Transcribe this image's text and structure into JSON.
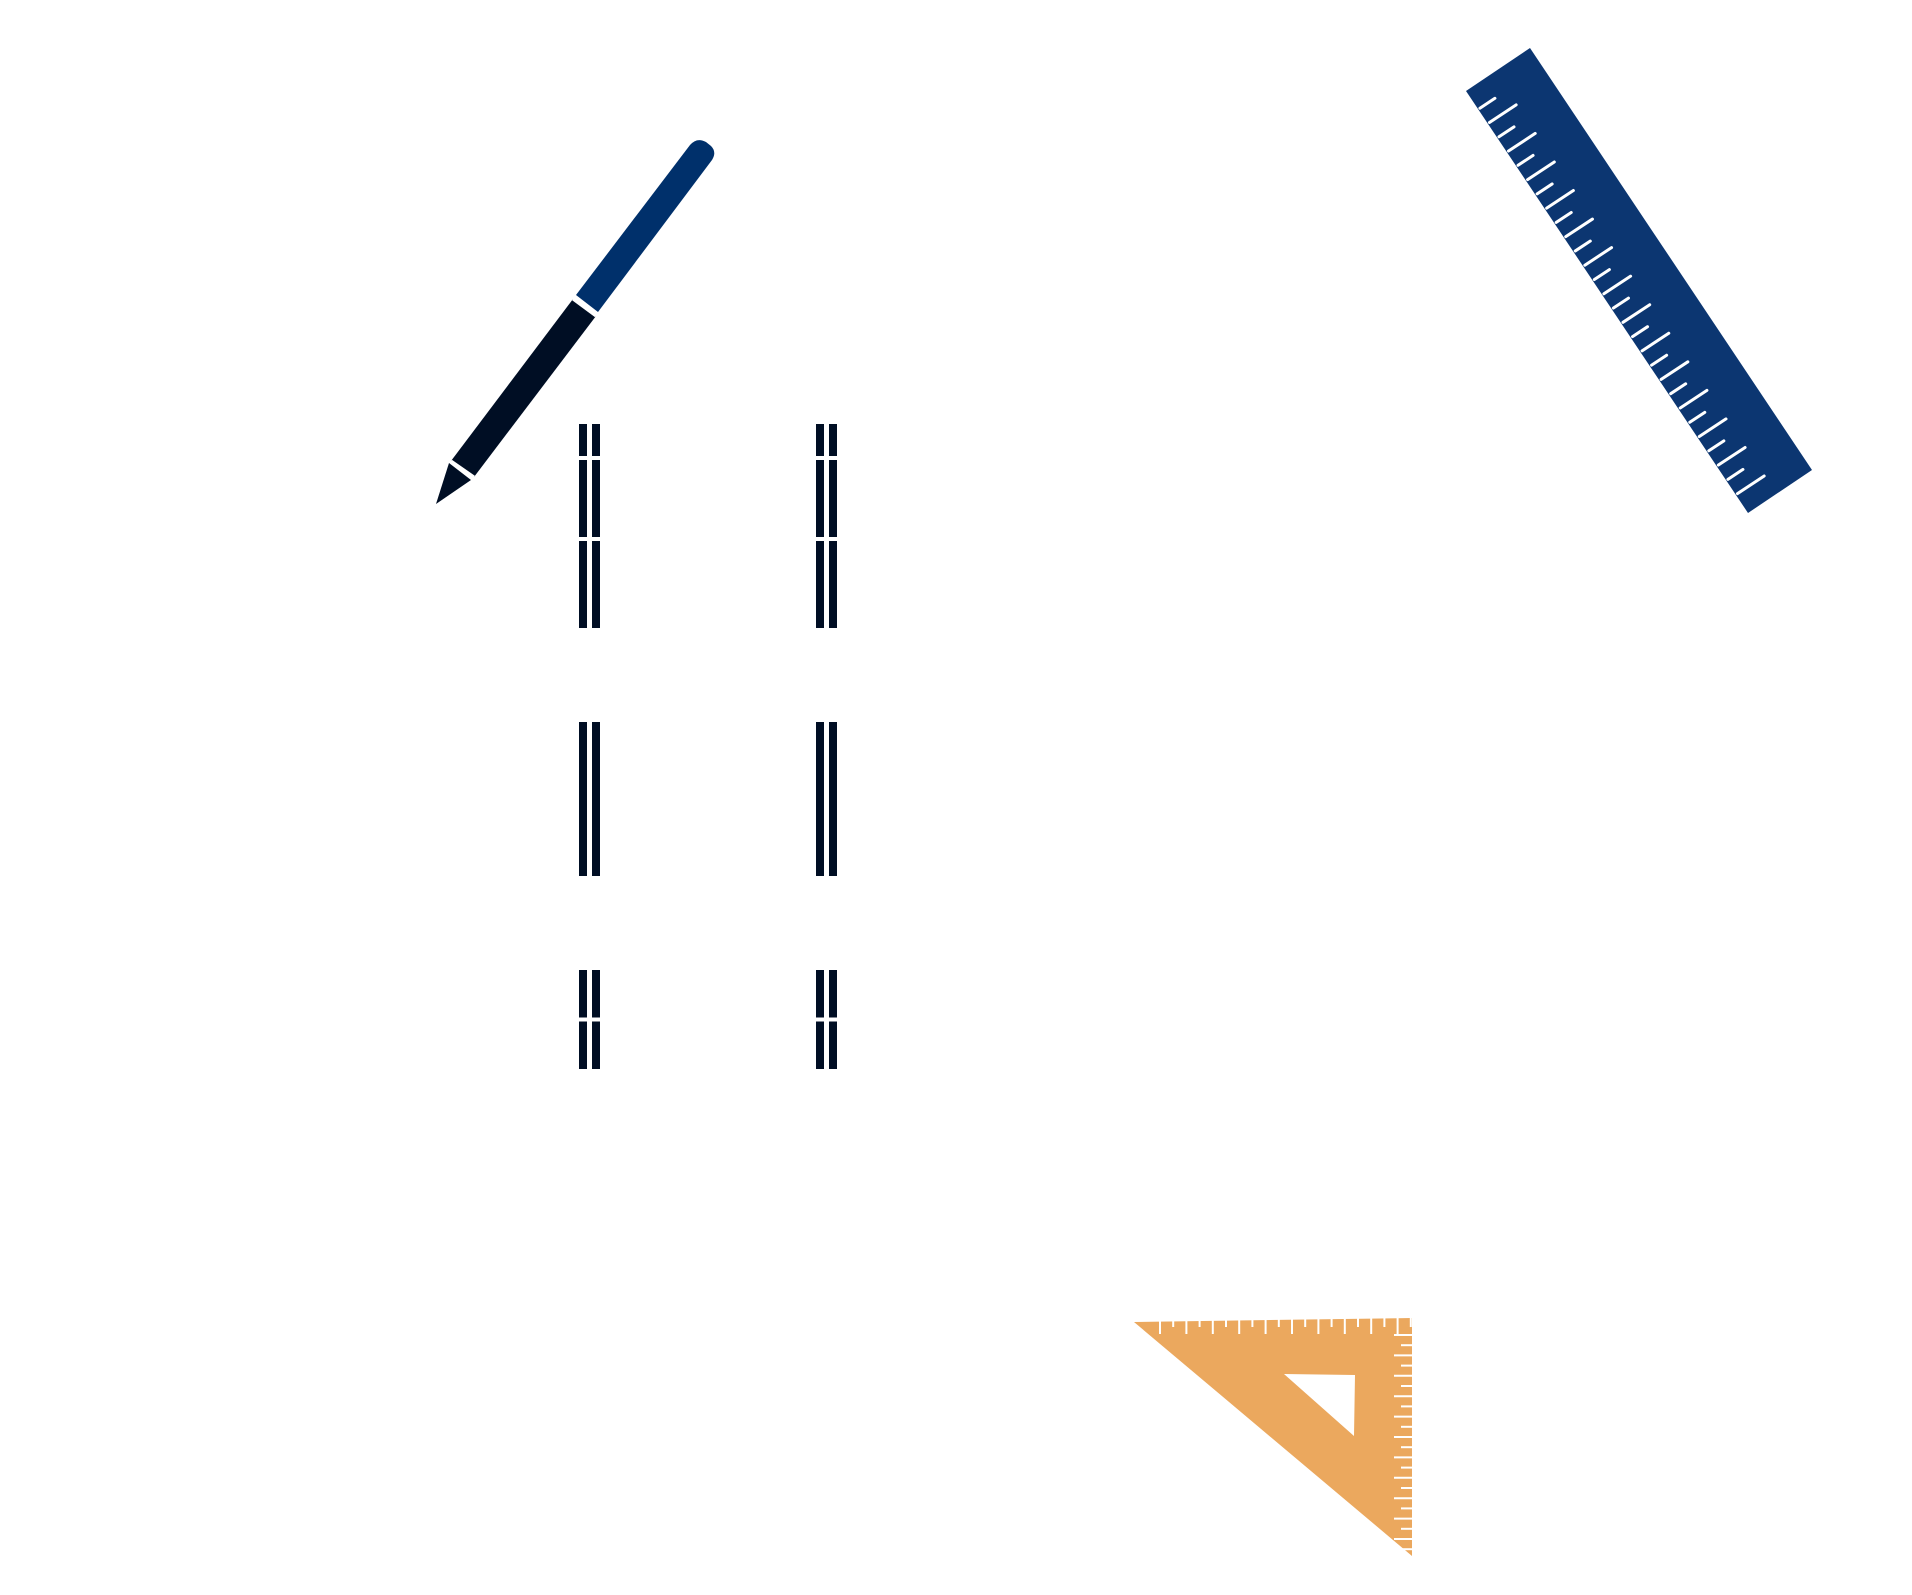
{
  "canvas": {
    "background": "#ffffff"
  },
  "colors": {
    "pencil_tip": "#000e24",
    "pencil_barrel": "#00306b",
    "ruler": "#0c3671",
    "set_square": "#eba85e",
    "marks": "#000e24",
    "highlight": "#ffffff"
  },
  "icons": {
    "pencil": "pencil-icon",
    "ruler": "ruler-icon",
    "set_square": "set-square-icon"
  },
  "tally_columns": [
    {
      "groups": [
        {
          "segments": 3
        },
        {
          "segments": 1
        },
        {
          "segments": 2
        }
      ]
    },
    {
      "groups": [
        {
          "segments": 3
        },
        {
          "segments": 1
        },
        {
          "segments": 2
        }
      ]
    }
  ]
}
